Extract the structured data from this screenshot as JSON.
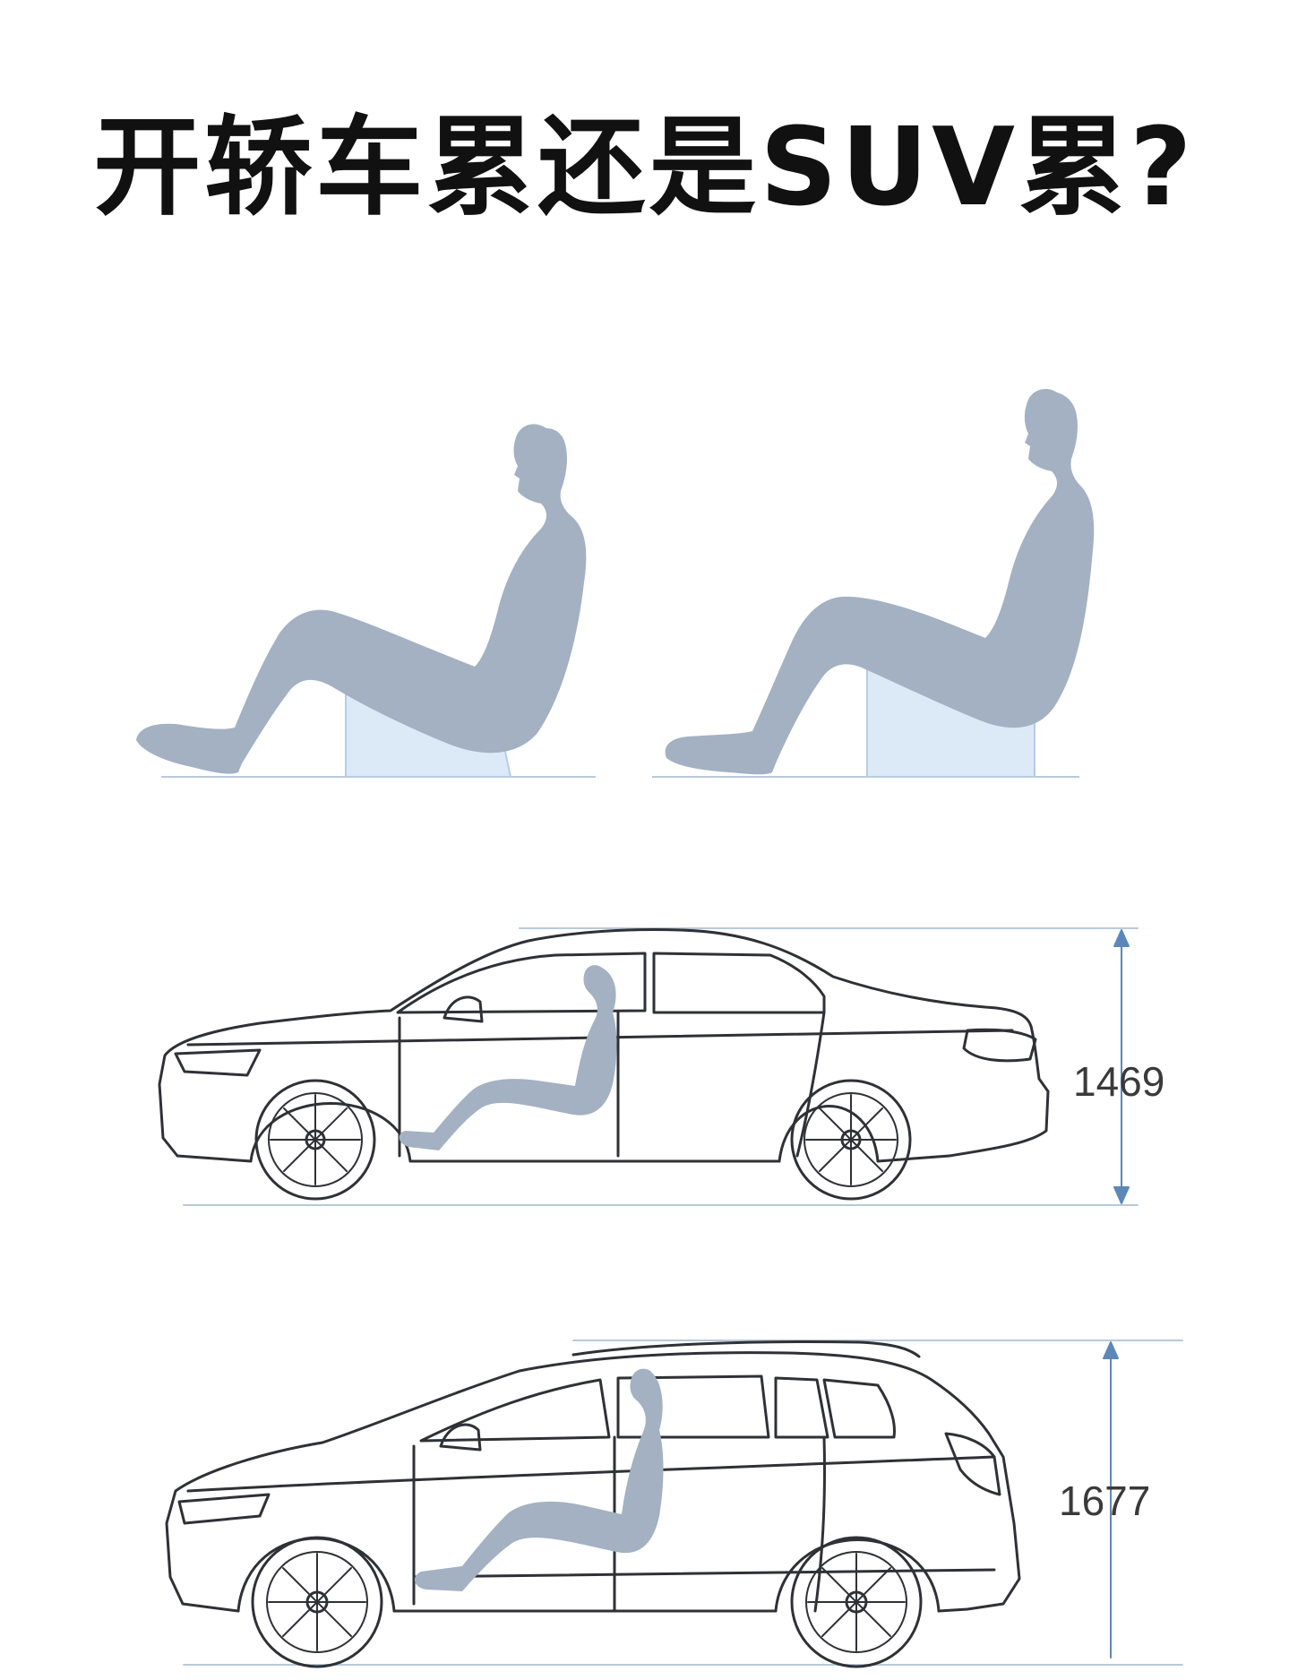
{
  "title": "开轿车累还是SUV累?",
  "sedan": {
    "height_label": "1469"
  },
  "suv": {
    "height_label": "1677"
  },
  "colors": {
    "silhouette": "#a3b1c2",
    "seat_fill": "#dce9f6",
    "seat_stroke": "#b9cde3",
    "outline": "#2f3136",
    "guide": "#b9c9da",
    "arrow": "#5b88b8"
  }
}
